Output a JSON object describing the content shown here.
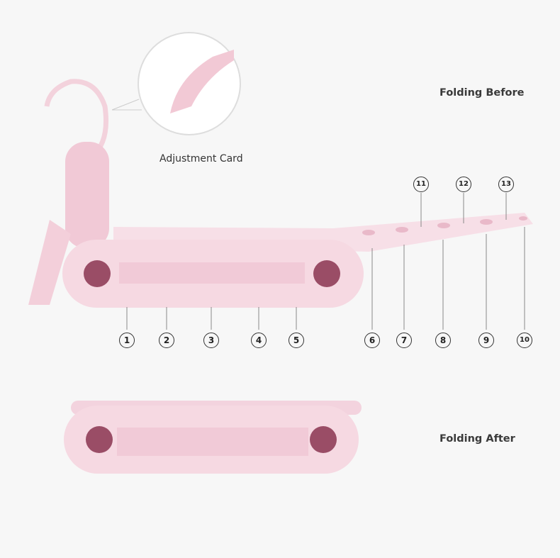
{
  "labels": {
    "before": "Folding Before",
    "after": "Folding After",
    "card": "Adjustment Card"
  },
  "numbers": [
    "1",
    "2",
    "3",
    "4",
    "5",
    "6",
    "7",
    "8",
    "9",
    "10",
    "11",
    "12",
    "13"
  ],
  "colors": {
    "pink": "#f5d7e0",
    "pink_dark": "#eec2cf",
    "hole": "#9a4d66",
    "bg": "#f7f7f7"
  }
}
